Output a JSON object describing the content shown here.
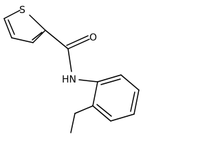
{
  "molecule": {
    "atoms": {
      "sulfur": "S",
      "oxygen": "O",
      "amide_nitrogen": "HN"
    }
  }
}
